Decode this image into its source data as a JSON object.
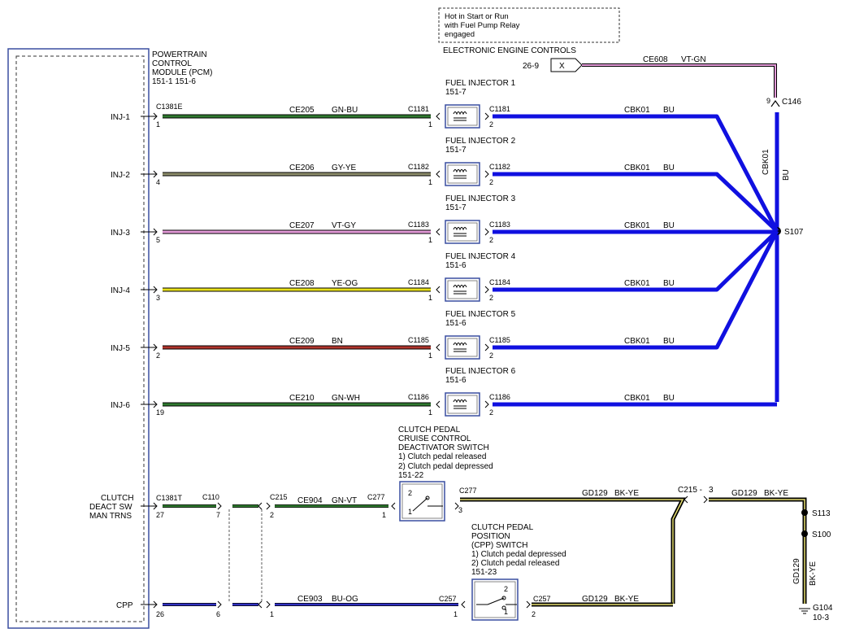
{
  "pcm": {
    "title_lines": [
      "POWERTRAIN",
      "CONTROL",
      "MODULE (PCM)",
      "151-1  151-6"
    ],
    "connector": "C1381E",
    "connector2": "C1381T"
  },
  "note": {
    "lines": [
      "Hot in Start or Run",
      "with Fuel Pump Relay",
      "engaged"
    ]
  },
  "eec": {
    "title": "ELECTRONIC ENGINE CONTROLS",
    "ref": "26-9",
    "box": "X",
    "circuit": "CE608",
    "color": "VT-GN",
    "connector": "C146",
    "pin": "9"
  },
  "splice": {
    "name": "S107",
    "circuit": "CBK01",
    "color": "BU"
  },
  "injectors": [
    {
      "pcm_label": "INJ-1",
      "pcm_pin": "1",
      "circuit": "CE205",
      "color_text": "GN-BU",
      "wire": "#2f7a2f",
      "stripe": "#2f7a2f",
      "conn": "C1181",
      "name": "FUEL INJECTOR 1",
      "ref": "151-7",
      "ret_circuit": "CBK01",
      "ret_color": "BU"
    },
    {
      "pcm_label": "INJ-2",
      "pcm_pin": "4",
      "circuit": "CE206",
      "color_text": "GY-YE",
      "wire": "#8c8c6a",
      "stripe": "#8c8c6a",
      "conn": "C1182",
      "name": "FUEL INJECTOR 2",
      "ref": "151-7",
      "ret_circuit": "CBK01",
      "ret_color": "BU"
    },
    {
      "pcm_label": "INJ-3",
      "pcm_pin": "5",
      "circuit": "CE207",
      "color_text": "VT-GY",
      "wire": "#e39ad8",
      "stripe": "#e39ad8",
      "conn": "C1183",
      "name": "FUEL INJECTOR 3",
      "ref": "151-7",
      "ret_circuit": "CBK01",
      "ret_color": "BU"
    },
    {
      "pcm_label": "INJ-4",
      "pcm_pin": "3",
      "circuit": "CE208",
      "color_text": "YE-OG",
      "wire": "#e8e01a",
      "stripe": "#e8e01a",
      "conn": "C1184",
      "name": "FUEL INJECTOR 4",
      "ref": "151-6",
      "ret_circuit": "CBK01",
      "ret_color": "BU"
    },
    {
      "pcm_label": "INJ-5",
      "pcm_pin": "2",
      "circuit": "CE209",
      "color_text": "BN",
      "wire": "#b0342c",
      "stripe": "#b0342c",
      "conn": "C1185",
      "name": "FUEL INJECTOR 5",
      "ref": "151-6",
      "ret_circuit": "CBK01",
      "ret_color": "BU"
    },
    {
      "pcm_label": "INJ-6",
      "pcm_pin": "19",
      "circuit": "CE210",
      "color_text": "GN-WH",
      "wire": "#2f7a2f",
      "stripe": "#2f7a2f",
      "conn": "C1186",
      "name": "FUEL INJECTOR 6",
      "ref": "151-6",
      "ret_circuit": "CBK01",
      "ret_color": "BU"
    }
  ],
  "injector_pins": {
    "in": "1",
    "out": "2"
  },
  "clutch_deact": {
    "pcm_label_lines": [
      "CLUTCH",
      "DEACT SW",
      "MAN TRNS"
    ],
    "pcm_pin": "27",
    "c110": "C110",
    "c110_pin": "7",
    "c215": "C215",
    "c215_pin": "2",
    "circuit": "CE904",
    "color_text": "GN-VT",
    "switch_conn": "C277",
    "switch_in_pin": "1",
    "switch_title_lines": [
      "CLUTCH PEDAL",
      "CRUISE CONTROL",
      "DEACTIVATOR SWITCH",
      "1) Clutch pedal released",
      "2) Clutch pedal depressed",
      "151-22"
    ],
    "out_conn": "C277",
    "out_pin": "3",
    "gnd_circuit": "GD129",
    "gnd_color": "BK-YE",
    "c215b": "C215 -",
    "c215b_pin": "3",
    "gnd_circuit2": "GD129",
    "gnd_color2": "BK-YE",
    "sw_pos1": "1",
    "sw_pos2": "2"
  },
  "cpp": {
    "pcm_label": "CPP",
    "pcm_pin": "26",
    "c110_pin": "6",
    "c215_pin": "1",
    "circuit": "CE903",
    "color_text": "BU-OG",
    "switch_conn": "C257",
    "switch_in_pin": "1",
    "switch_title_lines": [
      "CLUTCH PEDAL",
      "POSITION",
      "(CPP) SWITCH",
      "1) Clutch pedal depressed",
      "2) Clutch pedal released",
      "151-23"
    ],
    "out_conn": "C257",
    "out_pin": "2",
    "gnd_circuit": "GD129",
    "gnd_color": "BK-YE",
    "sw_pos1": "1",
    "sw_pos2": "2"
  },
  "ground": {
    "s113": "S113",
    "s100": "S100",
    "circuit": "GD129",
    "color": "BK-YE",
    "name": "G104",
    "ref": "10-3"
  },
  "colors": {
    "blue": "#1010e0",
    "black": "#000000",
    "bkye_stripe": "#e8e070",
    "vtgn": "#e39ad8",
    "box": "#3a4fa0"
  }
}
